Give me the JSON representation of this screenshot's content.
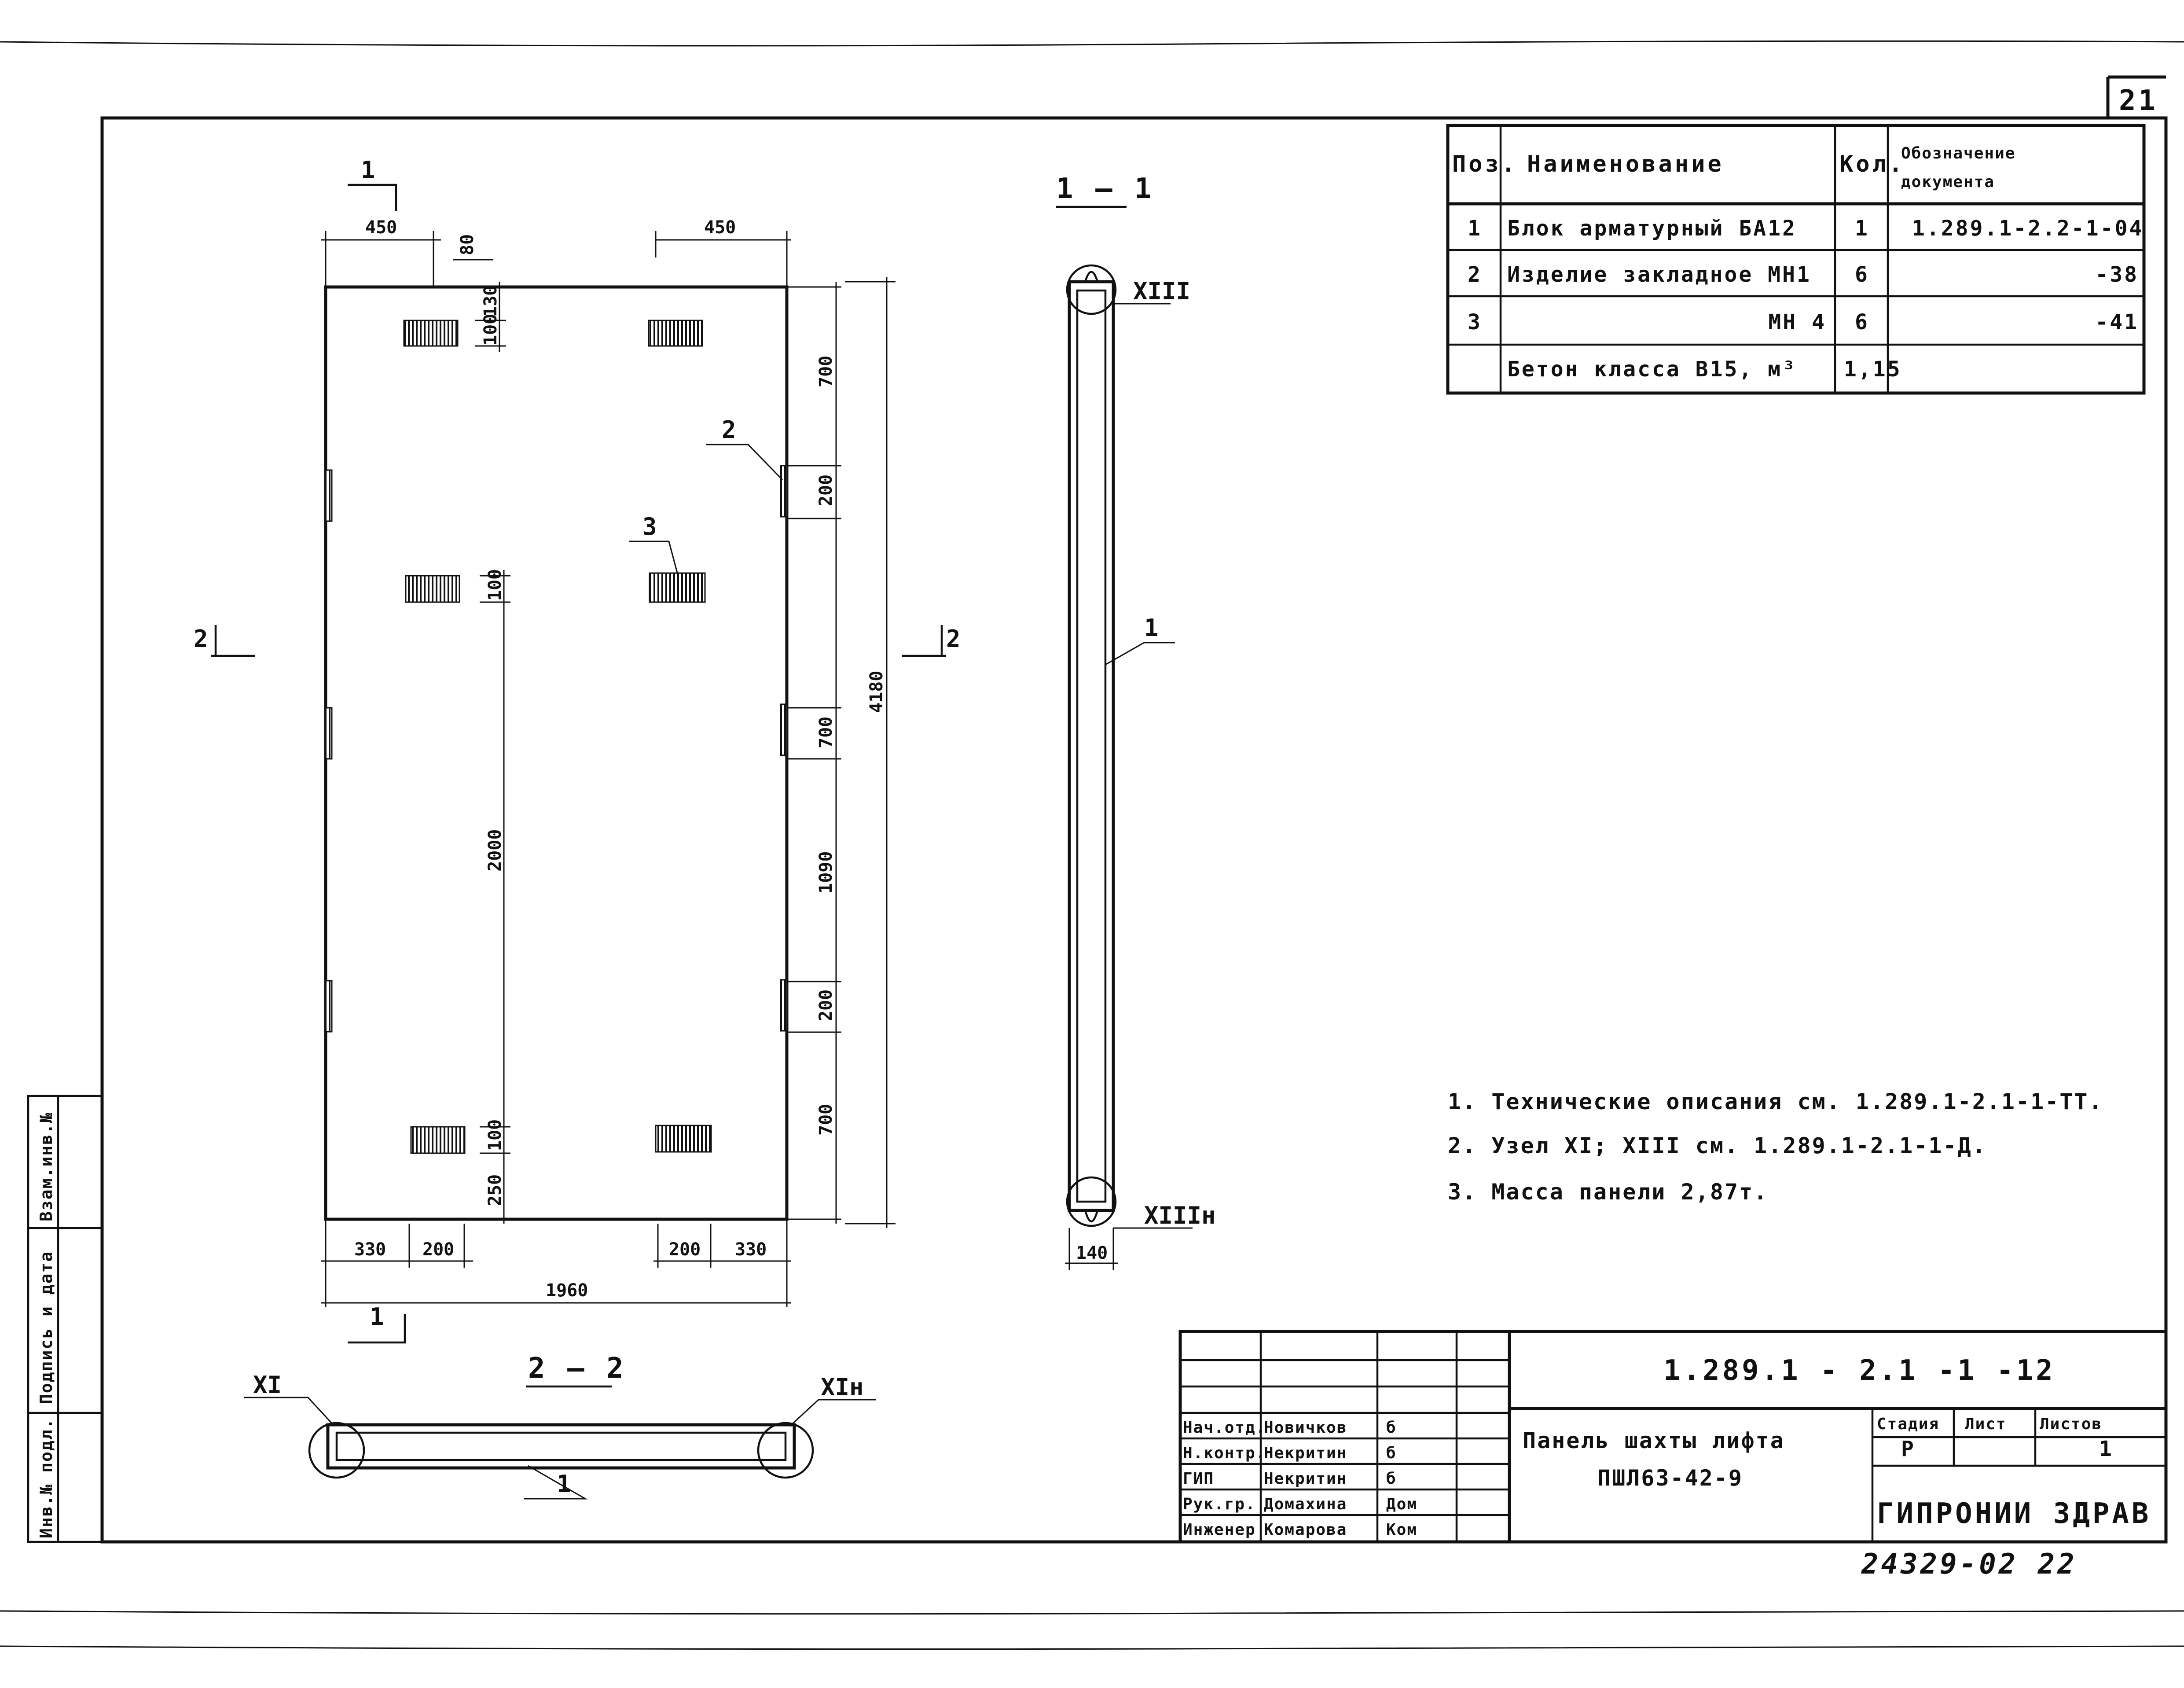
{
  "sheet_number": "21",
  "spec_table": {
    "headers": {
      "pos": "Поз.",
      "name": "Наименование",
      "qty": "Кол.",
      "doc_line1": "Обозначение",
      "doc_line2": "документа"
    },
    "rows": [
      {
        "pos": "1",
        "name": "Блок арматурный БА12",
        "qty": "1",
        "doc": "1.289.1-2.2-1-04"
      },
      {
        "pos": "2",
        "name": "Изделие закладное МН1",
        "qty": "6",
        "doc": "-38"
      },
      {
        "pos": "3",
        "name": "МН 4",
        "qty": "6",
        "doc": "-41"
      },
      {
        "pos": "",
        "name": "Бетон класса В15, м³",
        "qty": "1,15",
        "doc": ""
      }
    ]
  },
  "front_view": {
    "dims": {
      "top_left": "450",
      "top_right": "450",
      "top_80": "80",
      "top_130": "130",
      "top_100": "100",
      "right_700_a": "700",
      "right_200_a": "200",
      "right_4180": "4180",
      "right_700_b": "700",
      "right_1090": "1090",
      "right_200_b": "200",
      "right_700_c": "700",
      "mid_100_a": "100",
      "mid_2000": "2000",
      "mid_100_b": "100",
      "mid_250": "250",
      "bot_330_l": "330",
      "bot_200_l": "200",
      "bot_200_r": "200",
      "bot_330_r": "330",
      "bot_1960": "1960"
    },
    "callouts": {
      "item2": "2",
      "item3": "3"
    },
    "section_marks": {
      "s1_top": "1",
      "s1_bottom": "1",
      "s2_left": "2",
      "s2_right": "2"
    }
  },
  "section_1_1": {
    "title": "1 – 1",
    "node_top": "XIII",
    "node_bottom": "XIIIн",
    "item": "1",
    "dim_140": "140"
  },
  "section_2_2": {
    "title": "2 – 2",
    "node_left": "XI",
    "node_right": "XIн",
    "item": "1"
  },
  "notes": [
    "1. Технические описания см. 1.289.1-2.1-1-ТТ.",
    "2. Узел XI; XIII см. 1.289.1-2.1-1-Д.",
    "3. Масса панели 2,87т."
  ],
  "title_block": {
    "code": "1.289.1 - 2.1 -1 -12",
    "name_line1": "Панель шахты лифта",
    "name_line2": "ПШЛ63-42-9",
    "stage_label": "Стадия",
    "sheet_label": "Лист",
    "sheets_label": "Листов",
    "stage_value": "Р",
    "sheet_value": "",
    "sheets_value": "1",
    "org": "ГИПРОНИИ ЗДРАВ",
    "staff": [
      {
        "role": "Нач.отд.",
        "name": "Новичков",
        "sign": "б"
      },
      {
        "role": "Н.контр.",
        "name": "Некритин",
        "sign": "б"
      },
      {
        "role": "ГИП",
        "name": "Некритин",
        "sign": "б"
      },
      {
        "role": "Рук.гр.",
        "name": "Домахина",
        "sign": "Дом"
      },
      {
        "role": "Инженер",
        "name": "Комарова",
        "sign": "Ком"
      }
    ]
  },
  "archive_number": "24329-02  22",
  "side_stamp": {
    "inv_podl": "Инв.№ подл.",
    "sign_date": "Подпись и дата",
    "vzam_inv": "Взам.инв.№"
  }
}
